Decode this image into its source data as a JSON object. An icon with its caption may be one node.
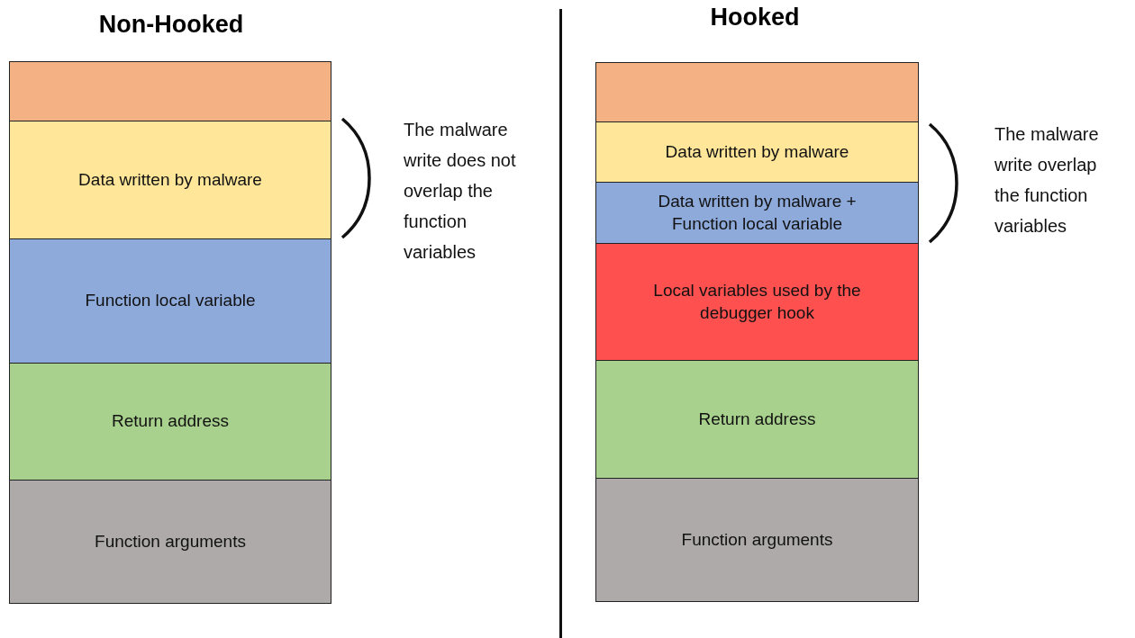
{
  "diagram": {
    "nodes": [
      {
        "text": [],
        "shape": "box"
      },
      {
        "text": [
          "Data written by malware"
        ]
      },
      {
        "text": [
          "Function local variable"
        ]
      },
      {
        "text": [
          "Return address"
        ]
      },
      {
        "text": [
          "Function arguments"
        ]
      },
      {
        "text": [],
        "shape": "box"
      },
      {
        "text": [
          "Data written by malware"
        ]
      },
      {
        "text": [
          "Data written by malware + Function local variable"
        ]
      },
      {
        "text": [
          "Local variables used by the debugger hook"
        ]
      },
      {
        "text": [
          "Return address"
        ]
      },
      {
        "text": [
          "Function arguments"
        ]
      }
    ],
    "labels": [
      "Non-Hooked",
      "Hooked",
      "The malware write does not overlap the function variables",
      "The malware write overlap the function variables"
    ]
  }
}
